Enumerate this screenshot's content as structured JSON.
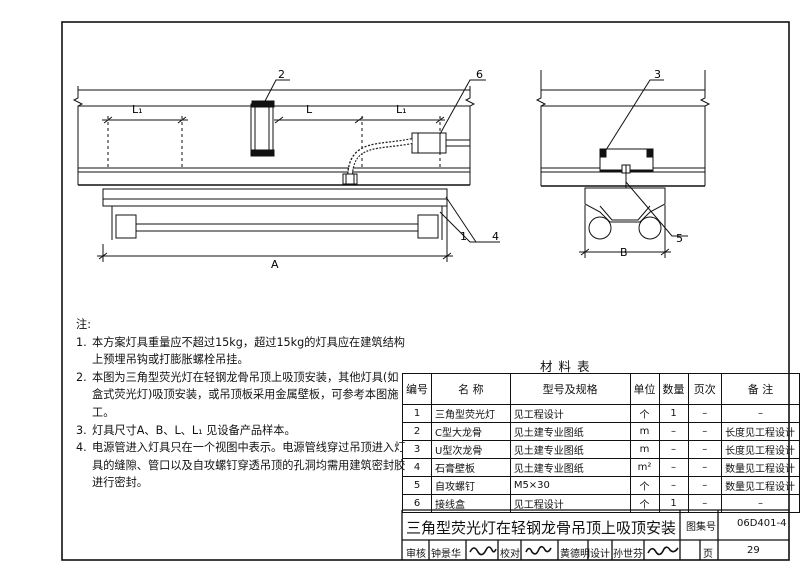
{
  "drawing": {
    "dim_A": "A",
    "dim_B": "B",
    "dim_L": "L",
    "dim_L1_left": "L₁",
    "dim_L1_right": "L₁",
    "callouts": [
      "1",
      "2",
      "3",
      "4",
      "5",
      "6"
    ]
  },
  "notes": {
    "title": "注:",
    "items": [
      {
        "num": "1.",
        "text": "本方案灯具重量应不超过15kg，超过15kg的灯具应在建筑结构上预埋吊钩或打膨胀螺栓吊挂。"
      },
      {
        "num": "2.",
        "text": "本图为三角型荧光灯在轻钢龙骨吊顶上吸顶安装，其他灯具(如盒式荧光灯)吸顶安装，或吊顶板采用金属壁板，可参考本图施工。"
      },
      {
        "num": "3.",
        "text": "灯具尺寸A、B、L、L₁ 见设备产品样本。"
      },
      {
        "num": "4.",
        "text": "电源管进入灯具只在一个视图中表示。电源管线穿过吊顶进入灯具的缝隙、管口以及自攻螺钉穿透吊顶的孔洞均需用建筑密封胶进行密封。"
      }
    ]
  },
  "materials": {
    "title": "材料表",
    "headers": [
      "编号",
      "名 称",
      "型号及规格",
      "单位",
      "数量",
      "页次",
      "备 注"
    ],
    "rows": [
      [
        "1",
        "三角型荧光灯",
        "见工程设计",
        "个",
        "1",
        "–",
        "–"
      ],
      [
        "2",
        "C型大龙骨",
        "见土建专业图纸",
        "m",
        "–",
        "–",
        "长度见工程设计"
      ],
      [
        "3",
        "U型次龙骨",
        "见土建专业图纸",
        "m",
        "–",
        "–",
        "长度见工程设计"
      ],
      [
        "4",
        "石膏壁板",
        "见土建专业图纸",
        "m²",
        "–",
        "–",
        "数量见工程设计"
      ],
      [
        "5",
        "自攻螺钉",
        "M5×30",
        "个",
        "–",
        "–",
        "数量见工程设计"
      ],
      [
        "6",
        "接线盒",
        "见工程设计",
        "个",
        "1",
        "–",
        "–"
      ]
    ]
  },
  "title_block": {
    "title": "三角型荧光灯在轻钢龙骨吊顶上吸顶安装",
    "atlas_label": "图集号",
    "atlas_no": "06D401-4",
    "review_label": "审核",
    "reviewer": "钟景华",
    "check_label": "校对",
    "checker": "黄德明",
    "design_label": "设计",
    "designer": "孙世芬",
    "page_label": "页",
    "page_no": "29"
  }
}
